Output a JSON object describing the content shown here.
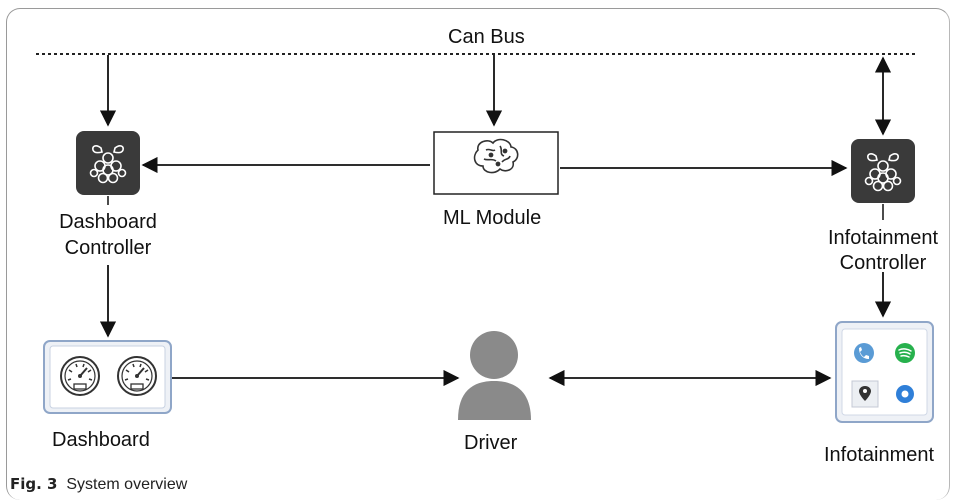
{
  "diagram": {
    "bus_label": "Can Bus",
    "ml_module": {
      "label": "ML Module",
      "icon": "brain-icon"
    },
    "dashboard_controller": {
      "line1": "Dashboard",
      "line2": "Controller",
      "icon": "raspberry-pi-icon"
    },
    "infotainment_controller": {
      "line1": "Infotainment",
      "line2": "Controller",
      "icon": "raspberry-pi-icon"
    },
    "dashboard": {
      "label": "Dashboard",
      "icon": "gauges-icon"
    },
    "driver": {
      "label": "Driver",
      "icon": "person-icon"
    },
    "infotainment": {
      "label": "Infotainment",
      "icon": "tablet-apps-icon"
    },
    "colors": {
      "controller_bg": "#3a3a3a",
      "panel_border": "#8fa6c8",
      "panel_bg": "#eef1f6"
    }
  },
  "caption": {
    "figure": "Fig. 3",
    "text": "System overview"
  }
}
